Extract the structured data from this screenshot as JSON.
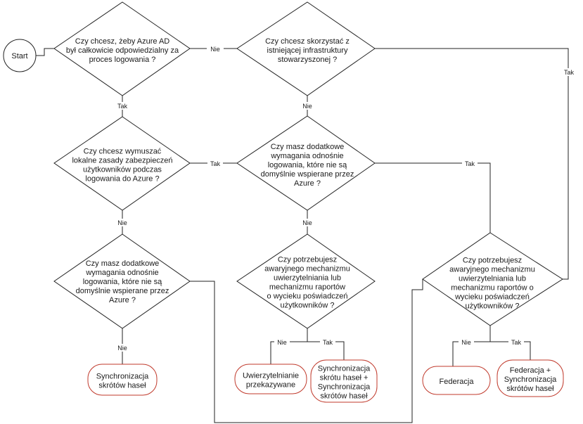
{
  "nodes": {
    "start": "Start",
    "d1": [
      "Czy chcesz, żeby Azure AD",
      "był całkowicie odpowiedzialny za",
      "proces logowania ?"
    ],
    "d2": [
      "Czy chcesz skorzystać z",
      "istniejącej infrastruktury",
      "stowarzyszonej ?"
    ],
    "d3": [
      "Czy chcesz wymuszać",
      "lokalne zasady zabezpieczeń",
      "użytkowników podczas",
      "logowania do Azure ?"
    ],
    "d4": [
      "Czy masz dodatkowe",
      "wymagania odnośnie",
      "logowania, które nie są",
      "domyślnie wspierane przez",
      "Azure ?"
    ],
    "d5": [
      "Czy masz dodatkowe",
      "wymagania odnośnie",
      "logowania, które nie są",
      "domyślnie wspierane przez",
      "Azure ?"
    ],
    "d6": [
      "Czy potrzebujesz",
      "awaryjnego mechanizmu",
      "uwierzytelniania lub",
      "mechanizmu raportów",
      "o wycieku poświadczeń",
      "użytkowników ?"
    ],
    "d7": [
      "Czy potrzebujesz",
      "awaryjnego mechanizmu",
      "uwierzytelniania lub",
      "mechanizmu raportów o",
      "wycieku poświadczeń",
      "użytkowników ?"
    ],
    "r1": [
      "Synchronizacja",
      "skrótów haseł"
    ],
    "r2": [
      "Uwierzytelnianie",
      "przekazywane"
    ],
    "r3": [
      "Synchronizacja",
      "skrótu haseł +",
      "Synchronizacja",
      "skrótów haseł"
    ],
    "r4": [
      "Federacja"
    ],
    "r5": [
      "Federacja +",
      "Synchronizacja",
      "skrótów haseł"
    ]
  },
  "edge_labels": {
    "d1_no": "Nie",
    "d1_yes": "Tak",
    "d2_no": "Nie",
    "d2_yes": "Tak",
    "d3_yes": "Tak",
    "d3_no": "Nie",
    "d4_yes": "Tak",
    "d4_no": "Nie",
    "d5_no": "Nie",
    "d6_no": "Nie",
    "d6_yes": "Tak",
    "d7_no": "Nie",
    "d7_yes": "Tak"
  }
}
